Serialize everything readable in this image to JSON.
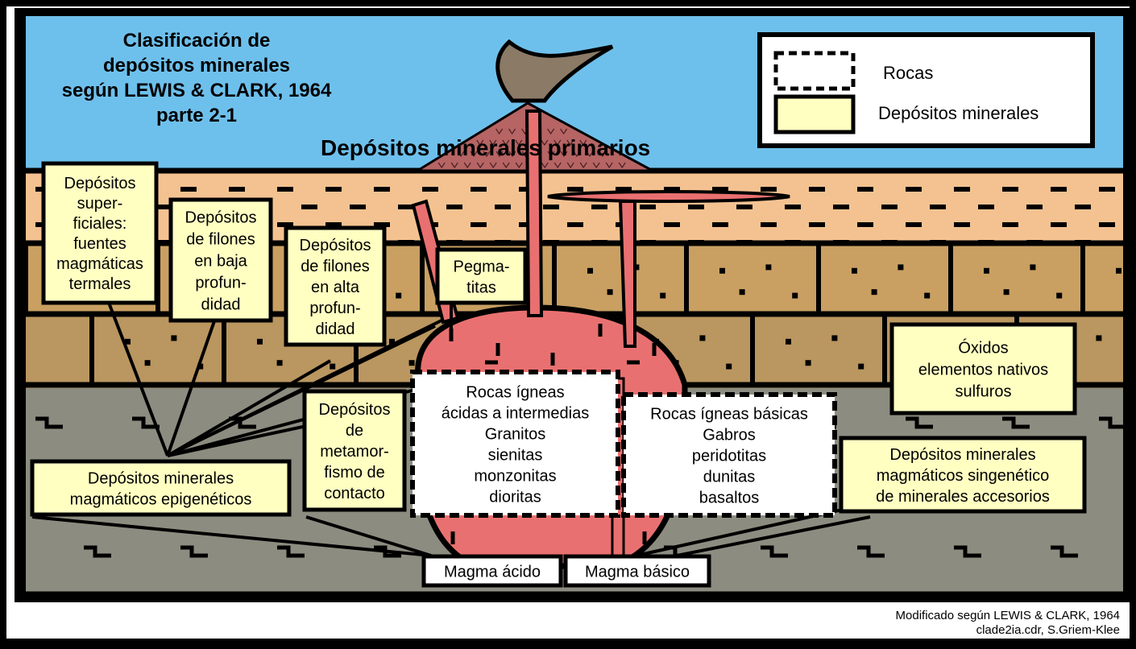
{
  "title_lines": [
    "Clasificación de",
    "depósitos minerales",
    "según LEWIS & CLARK, 1964",
    "parte 2-1"
  ],
  "primary_label": "Depósitos minerales primarios",
  "legend": {
    "rocks": "Rocas",
    "deposits": "Depósitos minerales"
  },
  "boxes": {
    "superficiales": [
      "Depósitos",
      "super-",
      "ficiales:",
      "fuentes",
      "magmáticas",
      "termales"
    ],
    "baja": [
      "Depósitos",
      "de filones",
      "en baja",
      "profun-",
      "didad"
    ],
    "alta": [
      "Depósitos",
      "de filones",
      "en alta",
      "profun-",
      "didad"
    ],
    "pegmatitas": [
      "Pegma-",
      "titas"
    ],
    "contacto": [
      "Depósitos",
      "de",
      "metamor-",
      "fismo de",
      "contacto"
    ],
    "epigeneticos": [
      "Depósitos minerales",
      "magmáticos epigenéticos"
    ],
    "oxidos": [
      "Óxidos",
      "elementos nativos",
      "sulfuros"
    ],
    "singeneticos": [
      "Depósitos minerales",
      "magmáticos singenético",
      "de minerales accesorios"
    ],
    "acidas": [
      "Rocas ígneas",
      "ácidas a intermedias",
      "Granitos",
      "sienitas",
      "monzonitas",
      "dioritas"
    ],
    "basicas": [
      "Rocas ígneas básicas",
      "Gabros",
      "peridotitas",
      "dunitas",
      "basaltos"
    ],
    "magma_acido": [
      "Magma ácido"
    ],
    "magma_basico": [
      "Magma básico"
    ]
  },
  "credit_lines": [
    "Modificado según LEWIS & CLARK, 1964",
    "clade2ia.cdr, S.Griem-Klee"
  ],
  "colors": {
    "sky": "#6ec0ec",
    "layer_top": "#f4c290",
    "layer_mid": "#c9a062",
    "layer_lower": "#ba9660",
    "bedrock": "#8c8c80",
    "intrusion": "#e97070",
    "volcano": "#b66464",
    "deposit_box": "#ffffc2",
    "rock_box": "#ffffff"
  }
}
